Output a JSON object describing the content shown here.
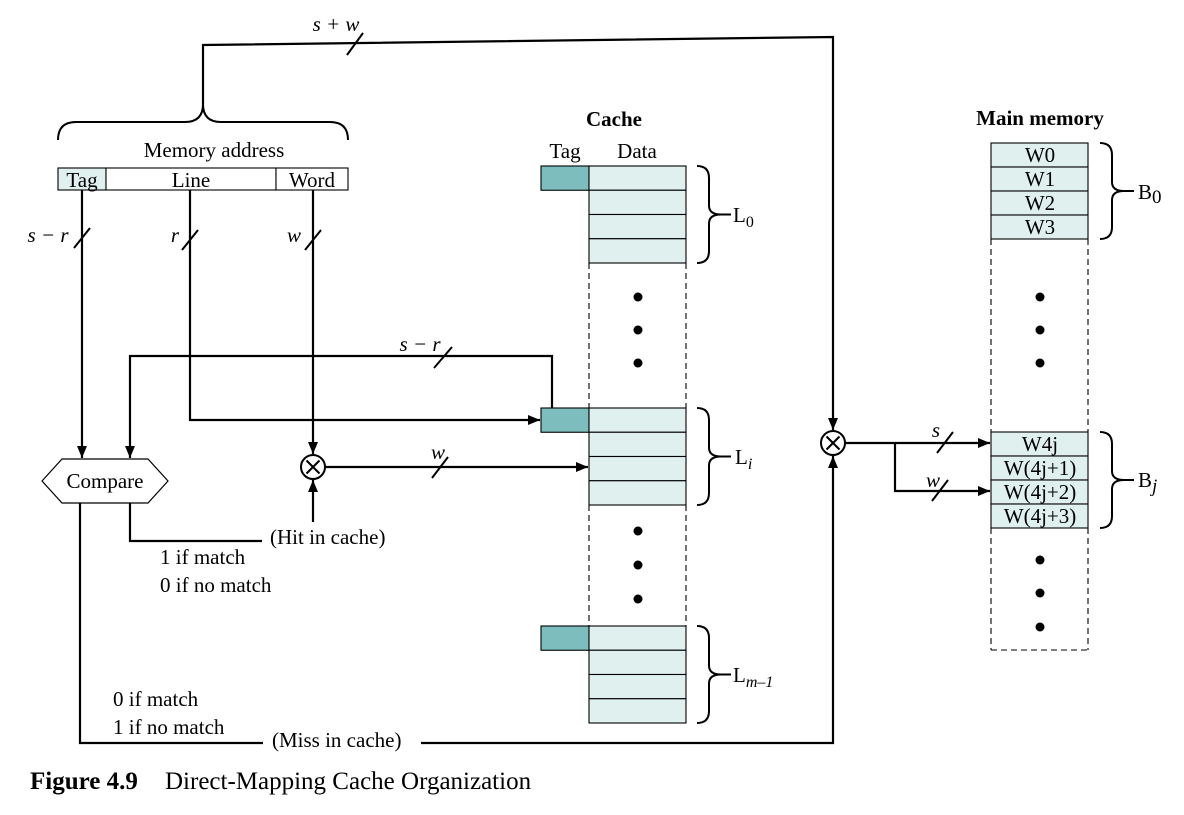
{
  "figure": {
    "number": "Figure 4.9",
    "title": "Direct-Mapping Cache Organization"
  },
  "colors": {
    "tag_fill": "#7dbdbd",
    "cell_fill": "#dff0ef",
    "caption": "#1b8090"
  },
  "address": {
    "title": "Memory address",
    "fields": {
      "tag": "Tag",
      "line": "Line",
      "word": "Word"
    },
    "width_label": "s + w",
    "tag_bits": "s − r",
    "line_bits": "r",
    "word_bits": "w"
  },
  "compare": {
    "label": "Compare",
    "tag_bits": "s − r",
    "hit": {
      "label": "(Hit in cache)",
      "match": "1 if match",
      "no_match": "0 if no match"
    },
    "miss": {
      "label": "(Miss in cache)",
      "match": "0 if match",
      "no_match": "1 if no match"
    }
  },
  "cache": {
    "title": "Cache",
    "col_tag": "Tag",
    "col_data": "Data",
    "data_bits": "w",
    "lines": [
      {
        "name": "L",
        "sub": "0"
      },
      {
        "name": "L",
        "sub": "i"
      },
      {
        "name": "L",
        "sub": "m–1"
      }
    ]
  },
  "main_memory": {
    "title": "Main memory",
    "select_bits": "s",
    "word_bits": "w",
    "blocks": [
      {
        "name": "B",
        "sub": "0",
        "words": [
          "W0",
          "W1",
          "W2",
          "W3"
        ]
      },
      {
        "name": "B",
        "sub": "j",
        "words": [
          "W4j",
          "W(4j+1)",
          "W(4j+2)",
          "W(4j+3)"
        ]
      }
    ]
  }
}
